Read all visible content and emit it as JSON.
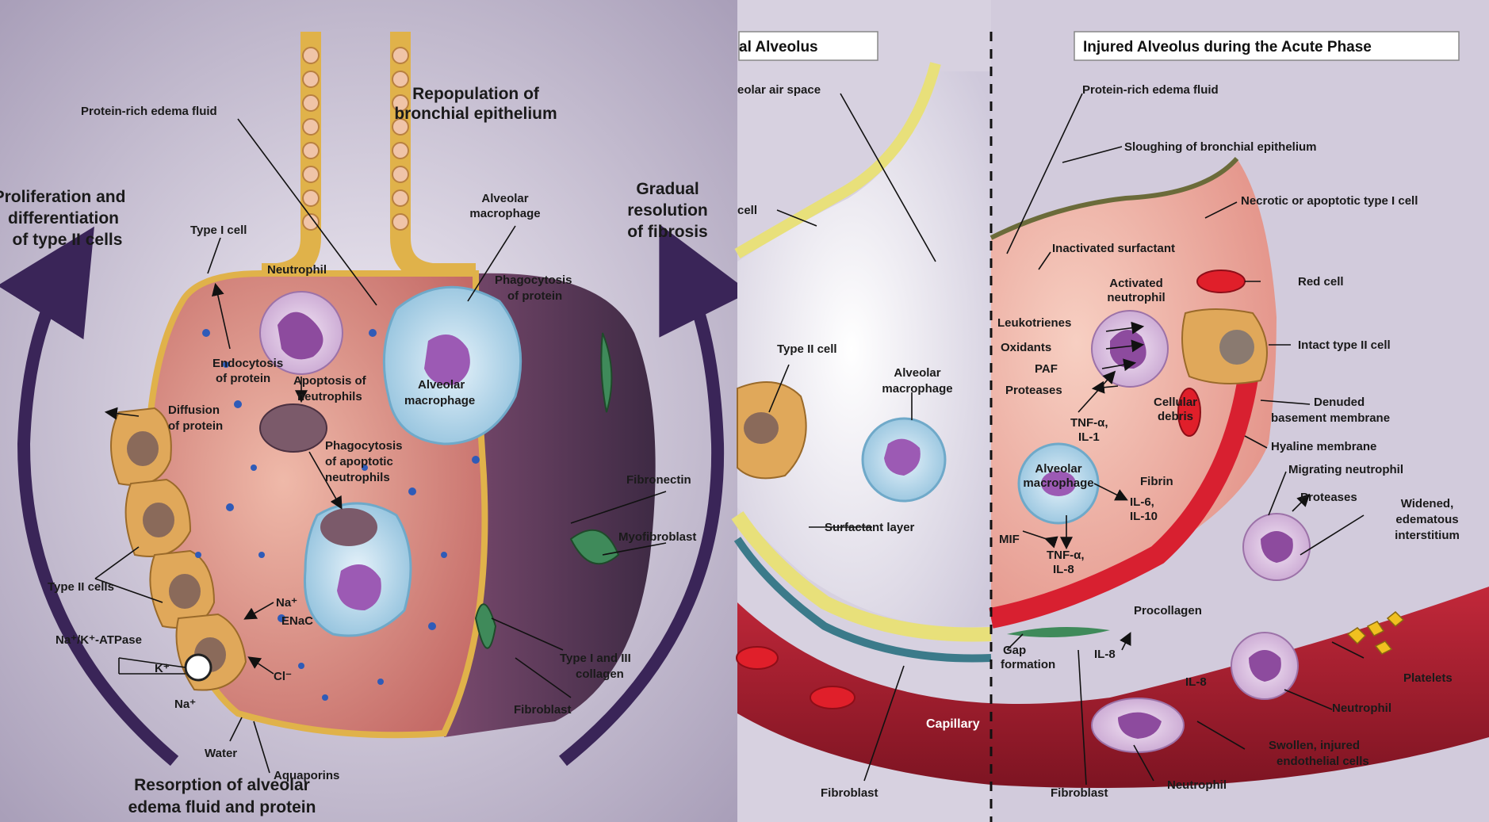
{
  "left_panel": {
    "titles": {
      "repopulation_1": "Repopulation of",
      "repopulation_2": "bronchial epithelium",
      "proliferation_1": "Proliferation and",
      "proliferation_2": "differentiation",
      "proliferation_3": "of type II cells",
      "resolution_1": "Gradual",
      "resolution_2": "resolution",
      "resolution_3": "of fibrosis",
      "resorption_1": "Resorption of alveolar",
      "resorption_2": "edema fluid and protein"
    },
    "labels": {
      "edema_fluid": "Protein-rich edema fluid",
      "type_i_cell": "Type I cell",
      "neutrophil": "Neutrophil",
      "alveolar_macrophage_1": "Alveolar",
      "alveolar_macrophage_2": "macrophage",
      "phagocytosis_protein_1": "Phagocytosis",
      "phagocytosis_protein_2": "of protein",
      "endocytosis_1": "Endocytosis",
      "endocytosis_2": "of protein",
      "apoptosis_1": "Apoptosis of",
      "apoptosis_2": "neutrophils",
      "diffusion_1": "Diffusion",
      "diffusion_2": "of protein",
      "inner_macrophage_1": "Alveolar",
      "inner_macrophage_2": "macrophage",
      "phago_apoptotic_1": "Phagocytosis",
      "phago_apoptotic_2": "of apoptotic",
      "phago_apoptotic_3": "neutrophils",
      "fibronectin": "Fibronectin",
      "myofibroblast": "Myofibroblast",
      "type_ii_cells": "Type II cells",
      "na": "Na⁺",
      "enac": "ENaC",
      "atpase": "Na⁺/K⁺-ATPase",
      "k": "K⁺",
      "na_low": "Na⁺",
      "cl": "Cl⁻",
      "collagen_1": "Type I and III",
      "collagen_2": "collagen",
      "fibroblast": "Fibroblast",
      "water": "Water",
      "aquaporins": "Aquaporins"
    }
  },
  "right_panel": {
    "header_normal": "al Alveolus",
    "header_injured": "Injured Alveolus during the Acute Phase",
    "labels": {
      "air_space": "eolar air space",
      "cell_cut": "cell",
      "type_ii_cell": "Type II cell",
      "alveolar_macrophage_1": "Alveolar",
      "alveolar_macrophage_2": "macrophage",
      "surfactant_layer": "Surfactant layer",
      "capillary": "Capillary",
      "fibroblast_left": "Fibroblast",
      "gap_1": "Gap",
      "gap_2": "formation",
      "edema_fluid": "Protein-rich edema fluid",
      "sloughing": "Sloughing of bronchial epithelium",
      "necrotic": "Necrotic or apoptotic type I cell",
      "inactivated_surfactant": "Inactivated surfactant",
      "activated_neutrophil_1": "Activated",
      "activated_neutrophil_2": "neutrophil",
      "red_cell": "Red cell",
      "leukotrienes": "Leukotrienes",
      "oxidants": "Oxidants",
      "paf": "PAF",
      "proteases": "Proteases",
      "intact_type_ii": "Intact type II cell",
      "denuded_1": "Denuded",
      "denuded_2": "basement membrane",
      "cellular_debris_1": "Cellular",
      "cellular_debris_2": "debris",
      "tnf_il1_1": "TNF-α,",
      "tnf_il1_2": "IL-1",
      "hyaline_membrane": "Hyaline membrane",
      "inner_macrophage_1": "Alveolar",
      "inner_macrophage_2": "macrophage",
      "fibrin": "Fibrin",
      "migrating_neutrophil": "Migrating neutrophil",
      "proteases_right": "Proteases",
      "il6_1": "IL-6,",
      "il6_2": "IL-10",
      "widened_1": "Widened,",
      "widened_2": "edematous",
      "widened_3": "interstitium",
      "mif": "MIF",
      "tnf_il8_1": "TNF-α,",
      "tnf_il8_2": "IL-8",
      "procollagen": "Procollagen",
      "il8_a": "IL-8",
      "il8_b": "IL-8",
      "platelets": "Platelets",
      "neutrophil_vessel": "Neutrophil",
      "swollen_1": "Swollen, injured",
      "swollen_2": "endothelial cells",
      "fibroblast_bottom": "Fibroblast",
      "neutrophil_bottom": "Neutrophil"
    }
  },
  "colors": {
    "background_left": "#c9c3d6",
    "alveolus_fill": "#d98b80",
    "epithelium": "#e0b24a",
    "type_ii_cell": "#e0a85a",
    "macrophage": "#b9d8ea",
    "neutrophil": "#8d4b9e",
    "fibrosis": "#5b3b5e",
    "capillary": "#a81d2c",
    "red_cell": "#d8202a",
    "arrow": "#3a2558",
    "surfactant": "#e8e07a"
  }
}
